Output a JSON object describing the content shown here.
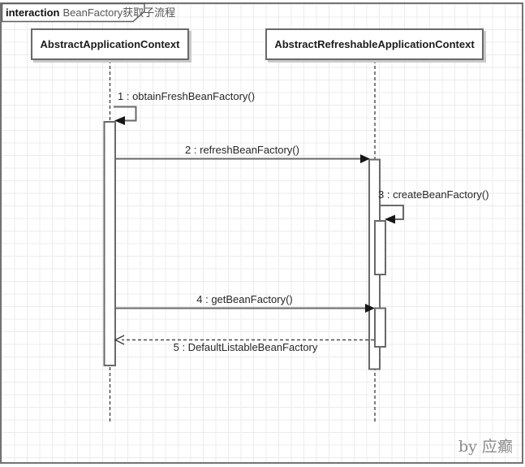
{
  "frame": {
    "keyword": "interaction",
    "title": "BeanFactory获取子流程"
  },
  "lifelines": [
    {
      "name": "AbstractApplicationContext"
    },
    {
      "name": "AbstractRefreshableApplicationContext"
    }
  ],
  "messages": [
    {
      "label": "1 : obtainFreshBeanFactory()",
      "type": "self-call"
    },
    {
      "label": "2 : refreshBeanFactory()",
      "type": "sync-call"
    },
    {
      "label": "3 : createBeanFactory()",
      "type": "self-call"
    },
    {
      "label": "4 : getBeanFactory()",
      "type": "sync-call"
    },
    {
      "label": "5 : DefaultListableBeanFactory",
      "type": "return"
    }
  ],
  "watermark": "by 应癫",
  "colors": {
    "shape_line": "#696969",
    "lifeline": "#3a3a3a",
    "arrowhead": "#161616",
    "frame_border": "#737373",
    "grid": "#ececec",
    "text": "#262626",
    "frame_title_text": "#555555",
    "header_shadow": "#c9c9c9",
    "watermark": "#8a8a8a",
    "background": "#ffffff"
  }
}
